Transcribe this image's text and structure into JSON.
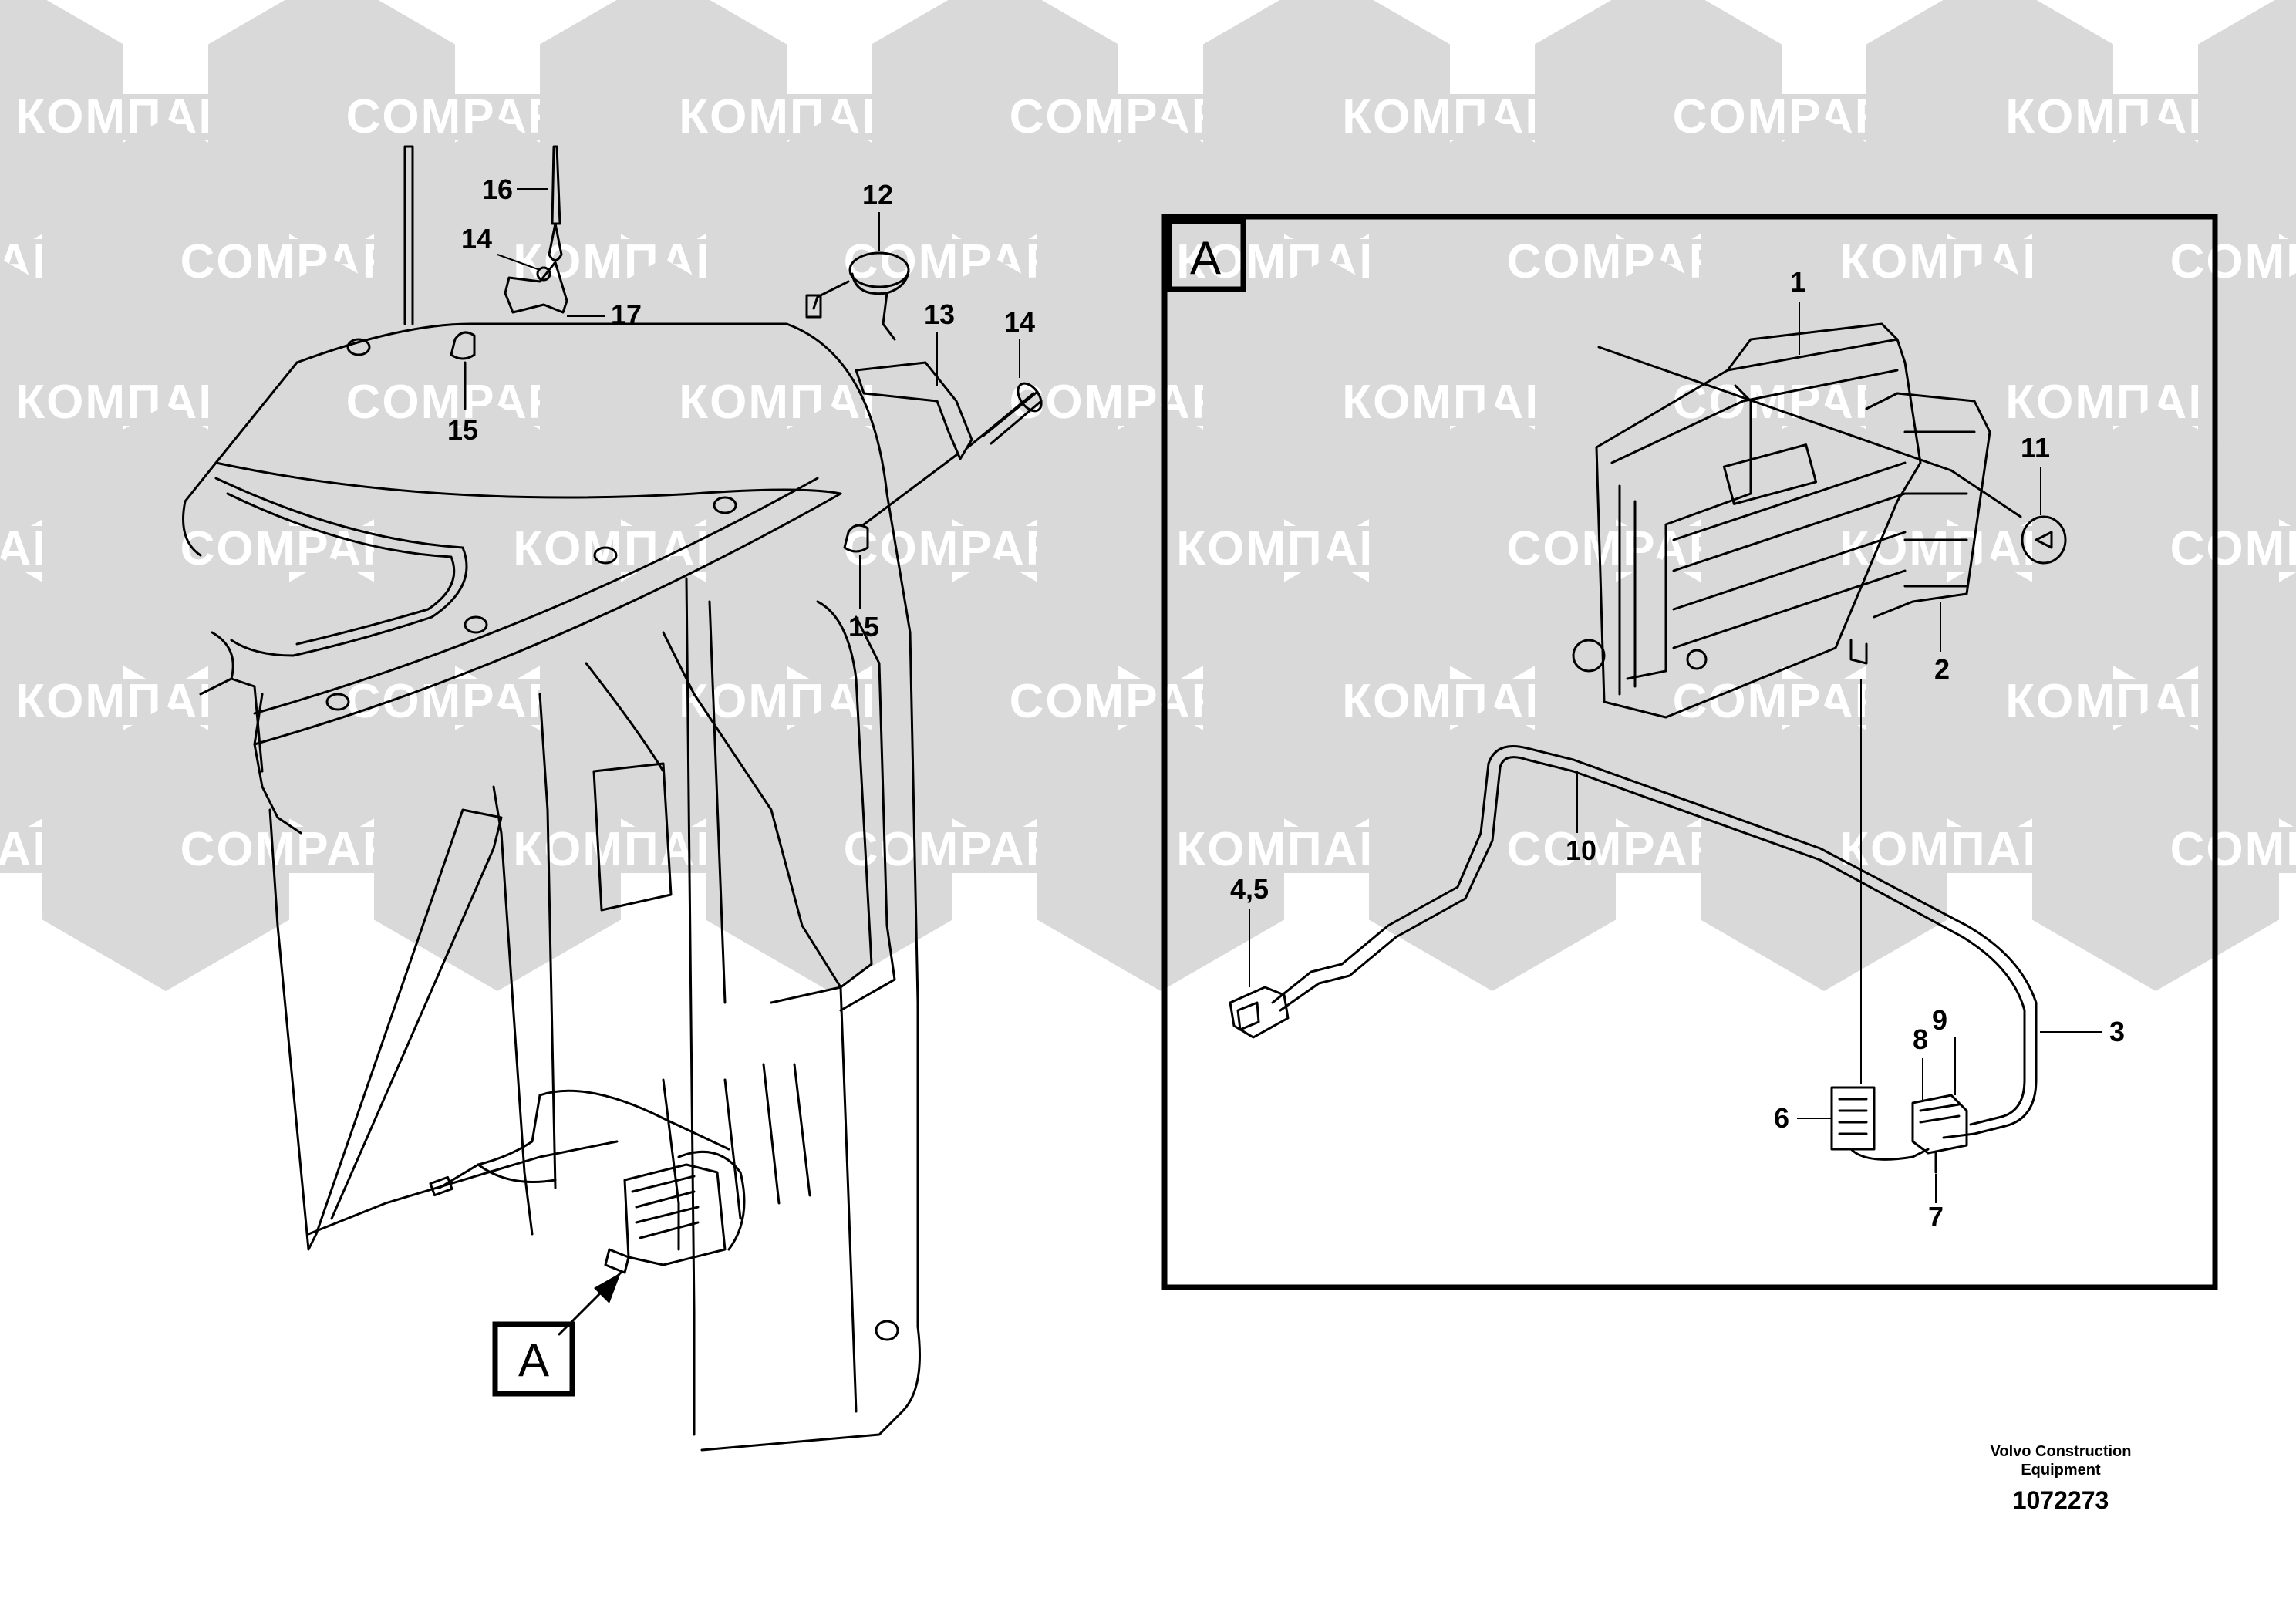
{
  "watermark": {
    "labels": [
      "КОМПАРТ",
      "COMPART"
    ],
    "color": "#d9d9d9"
  },
  "detail": {
    "letter": "A"
  },
  "callouts": {
    "c1": "1",
    "c2": "2",
    "c3": "3",
    "c45": "4,5",
    "c6": "6",
    "c7": "7",
    "c8": "8",
    "c9": "9",
    "c10": "10",
    "c11": "11",
    "c12": "12",
    "c13": "13",
    "c14a": "14",
    "c14b": "14",
    "c15a": "15",
    "c15b": "15",
    "c16": "16",
    "c17": "17"
  },
  "footer": {
    "company_line1": "Volvo Construction",
    "company_line2": "Equipment",
    "drawing_number": "1072273"
  }
}
